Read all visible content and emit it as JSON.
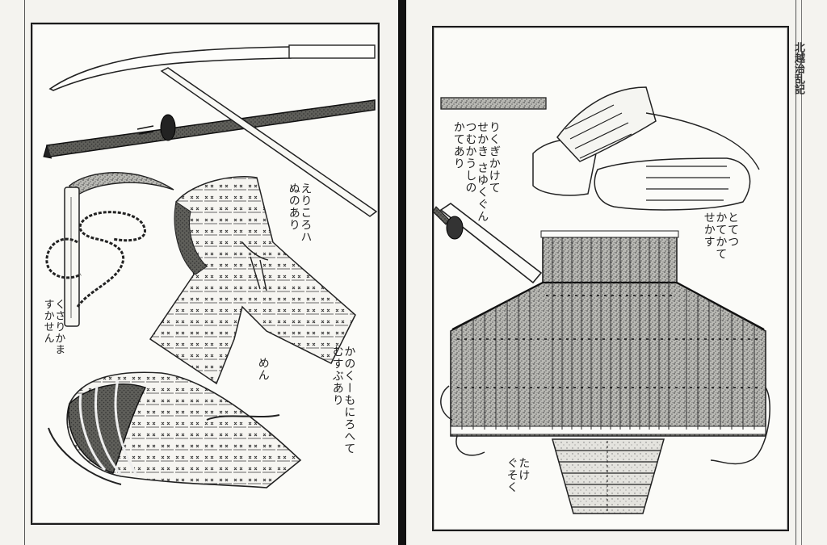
{
  "left_page": {
    "captions": {
      "collar_note": "えりころハ\nぬのあり",
      "chain_sickle_note": "くさりかま\nすかせん",
      "bottom_note": "かのくーもにろへて\nむすぶあり",
      "small_note": "めん"
    }
  },
  "right_page": {
    "captions": {
      "gauntlet_note": "りくぎかけて\nせかき さゆくぐん\nつむかうしの\nかてあり",
      "tekko_note": "とてつ\nかてかて\nせかす",
      "skirt_note": "たけ\nぐそく"
    },
    "margin_title": "北越治乱記"
  }
}
